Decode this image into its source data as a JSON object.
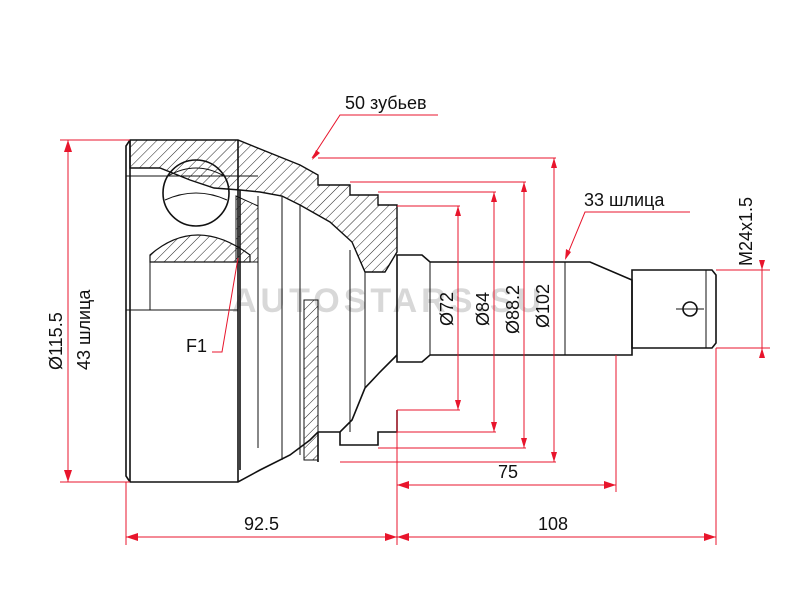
{
  "labels": {
    "teeth": "50 зубьев",
    "splines_shaft": "33 шлица",
    "thread": "M24x1.5",
    "outer_diameter": "Ø115.5",
    "inner_splines": "43 шлица",
    "flange_mark": "F1",
    "d72": "Ø72",
    "d84": "Ø84",
    "d88": "Ø88.2",
    "d102": "Ø102",
    "len_75": "75",
    "len_92": "92.5",
    "len_108": "108"
  },
  "watermark": "AUTOSTARS.SU",
  "colors": {
    "dimension": "#e8152c",
    "outline": "#111111",
    "hatch": "#222222"
  }
}
